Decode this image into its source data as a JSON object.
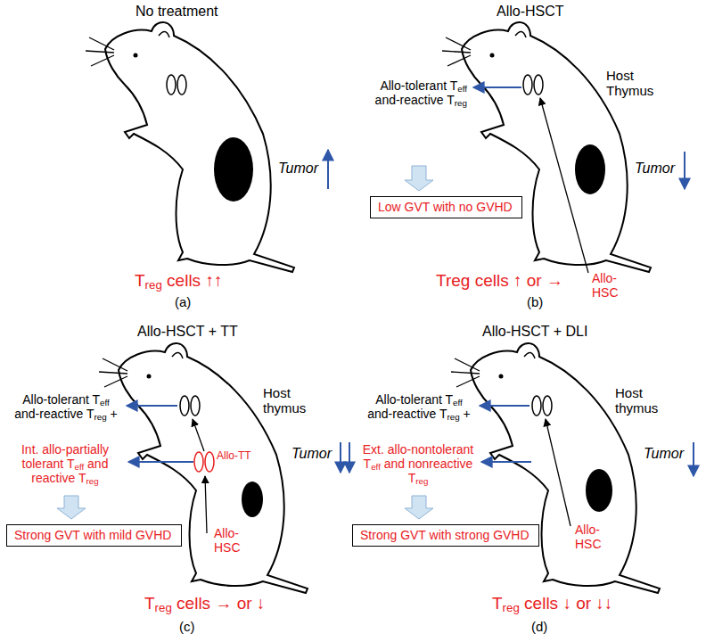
{
  "diagram": {
    "nodes": [
      {
        "text": [
          "Low GVT with no GVHD"
        ]
      },
      {
        "text": [
          "Strong GVT with mild GVHD"
        ]
      },
      {
        "text": [
          "Strong GVT with strong GVHD"
        ]
      }
    ],
    "labels": [
      "No treatment",
      "Tumor",
      "Treg cells ↑↑",
      "(a)",
      "Allo-HSCT",
      "Allo-tolerant Teff and-reactive Treg",
      "Host Thymus",
      "Tumor",
      "Allo-HSC",
      "Treg cells ↑ or →",
      "(b)",
      "Allo-HSCT + TT",
      "Allo-tolerant Teff and-reactive Treg +",
      "Int. allo-partially tolerant Teff and reactive Treg",
      "Host thymus",
      "Tumor",
      "Allo-TT",
      "Allo-HSC",
      "Treg cells → or ↓",
      "(c)",
      "Allo-HSCT + DLI",
      "Allo-tolerant Teff and-reactive Treg +",
      "Ext. allo-nontolerant Teff and nonreactive Treg",
      "Host thymus",
      "Tumor",
      "Allo-HSC",
      "Treg cells ↓ or ↓↓",
      "(d)"
    ]
  }
}
